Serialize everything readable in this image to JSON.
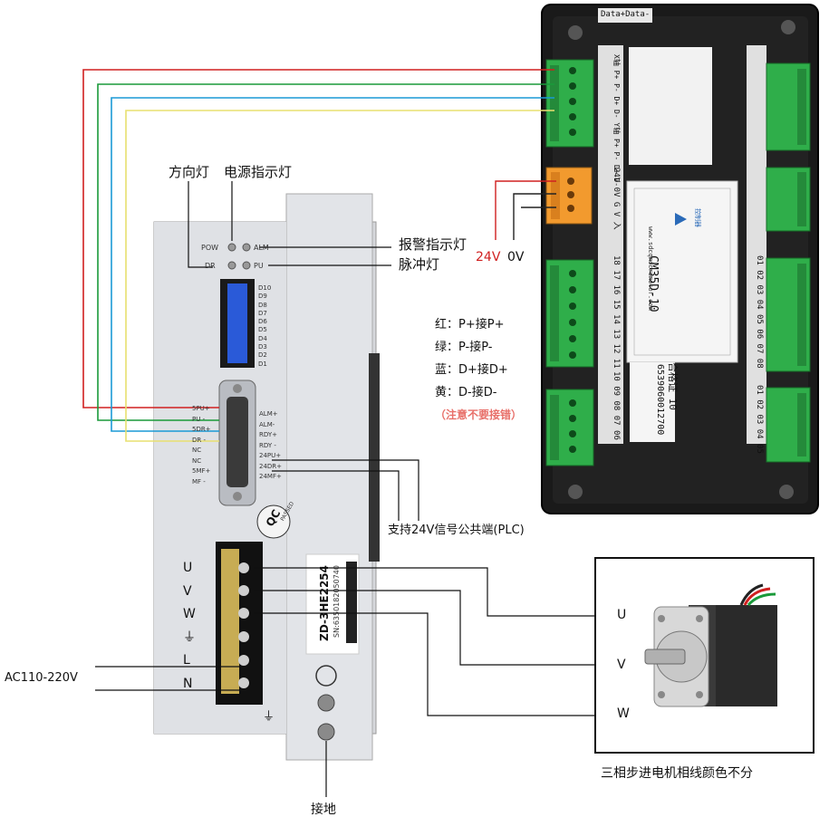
{
  "controller": {
    "data_label": "Data+Data-",
    "model": "CM35D-10",
    "brand_label": "控制器",
    "certificate": "合格证 10",
    "serial": "6539060012700",
    "website": "www.sdcqmicromotor.com",
    "left_column_text": "X轴 P+ P- D+ D- Y轴 P+ P- D+ D-",
    "power_text": "24V 0V G V 入",
    "input_numbers": "18 17 16 15 14 13 12 11",
    "input_numbers2": "10 09 08 07 06",
    "right_numbers": "01 02 03 04 05 06 07 08",
    "right_numbers2": "01 02 03 04 05"
  },
  "driver": {
    "model_label": "ZD-3HE2254",
    "sn_label": "SN:6350182050740",
    "qc_label": "QC",
    "qc_sub": "PASSED",
    "pow": "POW",
    "alm": "ALM",
    "dr": "DR",
    "pu": "PU",
    "dip_labels": [
      "D10",
      "D9",
      "D8",
      "D7",
      "D6",
      "D5",
      "D4",
      "D3",
      "D2",
      "D1"
    ],
    "sig_left": [
      "5PU+",
      "PU -",
      "5DR+",
      "DR -",
      "NC",
      "NC",
      "5MF+",
      "MF -"
    ],
    "sig_right": [
      "ALM+",
      "ALM-",
      "RDY+",
      "RDY -",
      "24PU+",
      "24DR+",
      "24MF+"
    ],
    "power_labels": [
      "U",
      "V",
      "W",
      "⏚",
      "L",
      "N"
    ],
    "ground_symbol": "⏚"
  },
  "annotations": {
    "direction_light": "方向灯",
    "power_light": "电源指示灯",
    "alarm_light": "报警指示灯",
    "pulse_light": "脉冲灯",
    "v24": "24V",
    "v0": "0V",
    "plc_note": "支持24V信号公共端(PLC)",
    "ac_input": "AC110-220V",
    "ground": "接地",
    "motor_caption": "三相步进电机相线颜色不分",
    "motor_u": "U",
    "motor_v": "V",
    "motor_w": "W"
  },
  "wiring_notes": [
    "红：P+接P+",
    "绿：P-接P-",
    "蓝：D+接D+",
    "黄：D-接D-"
  ],
  "warning": "（注意不要接错）",
  "colors": {
    "red_wire": "#d02020",
    "green_wire": "#1a9a3a",
    "blue_wire": "#1a9ad6",
    "yellow_wire": "#e8e070",
    "terminal_green": "#2fae4a",
    "terminal_orange": "#f29a2e",
    "warning_text": "#e8706a"
  }
}
